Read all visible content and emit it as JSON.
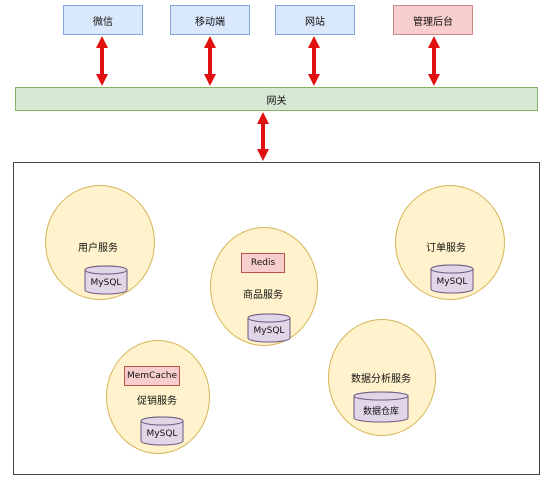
{
  "clients": [
    {
      "label": "微信"
    },
    {
      "label": "移动端"
    },
    {
      "label": "网站"
    },
    {
      "label": "管理后台"
    }
  ],
  "gateway": {
    "label": "网关"
  },
  "services": {
    "user": {
      "label": "用户服务",
      "db": "MySQL"
    },
    "product": {
      "label": "商品服务",
      "cache": "Redis",
      "db": "MySQL"
    },
    "order": {
      "label": "订单服务",
      "db": "MySQL"
    },
    "promotion": {
      "label": "促销服务",
      "cache": "MemCache",
      "db": "MySQL"
    },
    "analytics": {
      "label": "数据分析服务",
      "db": "数据仓库"
    }
  },
  "colors": {
    "client": "#dae8fc",
    "admin": "#f8cecc",
    "gateway": "#d5e8d4",
    "service": "#fff2cc",
    "cache": "#f8cecc",
    "db": "#e1d5e7",
    "arrow": "#e01010"
  }
}
